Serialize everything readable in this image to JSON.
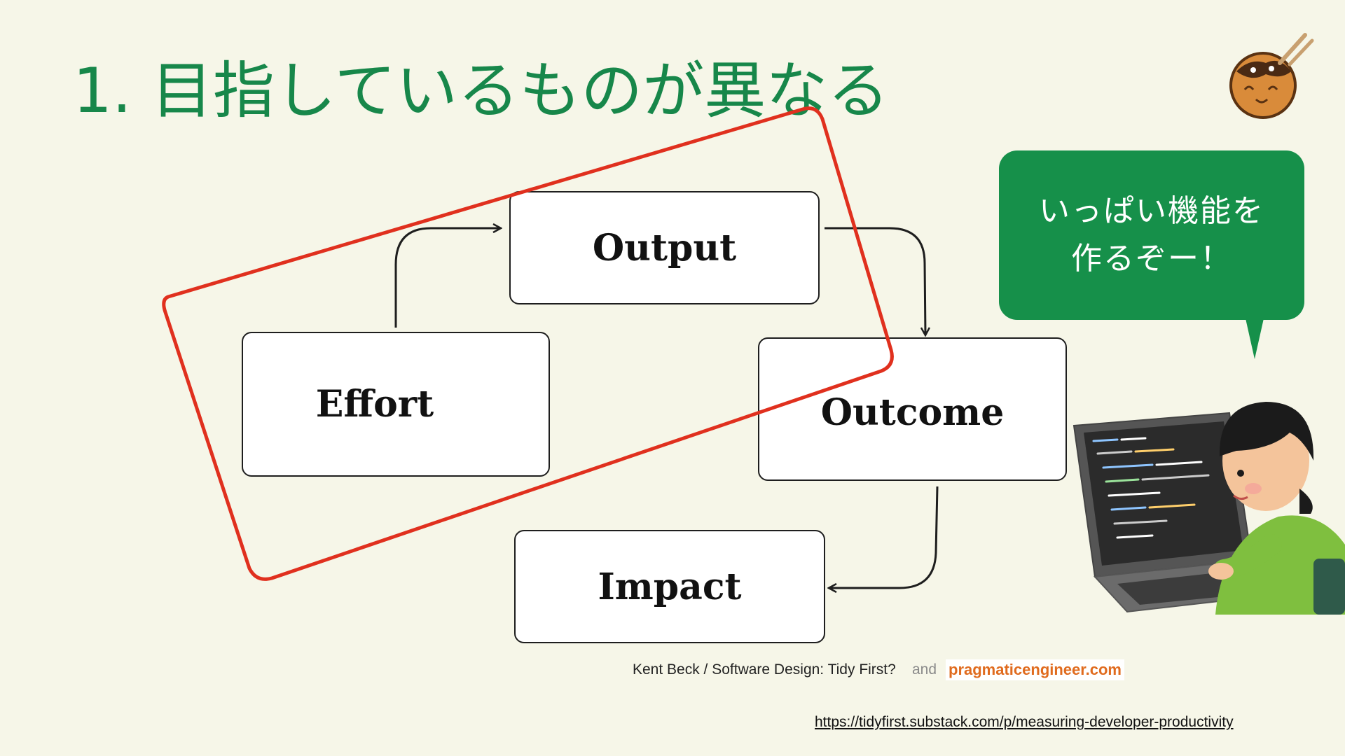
{
  "slide": {
    "title": "1. 目指しているものが異なる"
  },
  "diagram": {
    "nodes": [
      {
        "id": "output",
        "label": "Output"
      },
      {
        "id": "effort",
        "label": "Effort"
      },
      {
        "id": "outcome",
        "label": "Outcome"
      },
      {
        "id": "impact",
        "label": "Impact"
      }
    ],
    "edges": [
      {
        "from": "effort",
        "to": "output"
      },
      {
        "from": "output",
        "to": "outcome"
      },
      {
        "from": "outcome",
        "to": "impact"
      }
    ],
    "highlight": {
      "nodes": [
        "effort",
        "output"
      ],
      "color": "#e0301e"
    }
  },
  "speech_bubble": {
    "line1": "いっぱい機能を",
    "line2": "作るぞー！",
    "color": "#16904a"
  },
  "credits": {
    "source": "Kent Beck / Software Design: Tidy First?",
    "and": "and",
    "logo_text": "pragmaticengineer.com",
    "url": "https://tidyfirst.substack.com/p/measuring-developer-productivity"
  },
  "colors": {
    "title": "#17874a",
    "background": "#f6f6e8",
    "highlight": "#e0301e",
    "logo_text": "#e06b1e"
  },
  "icons": {
    "mascot": "takoyaki-mascot-icon",
    "person": "programmer-at-laptop-illustration"
  }
}
